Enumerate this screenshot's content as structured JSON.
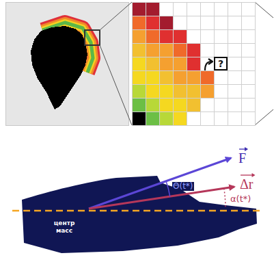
{
  "diagram": {
    "nodes": [
      {
        "text": [
          "?"
        ]
      },
      {
        "text": [
          "центр масс"
        ]
      }
    ],
    "labels": [
      "F",
      "Δr",
      "Θ(t*)",
      "α(t*)"
    ]
  }
}
